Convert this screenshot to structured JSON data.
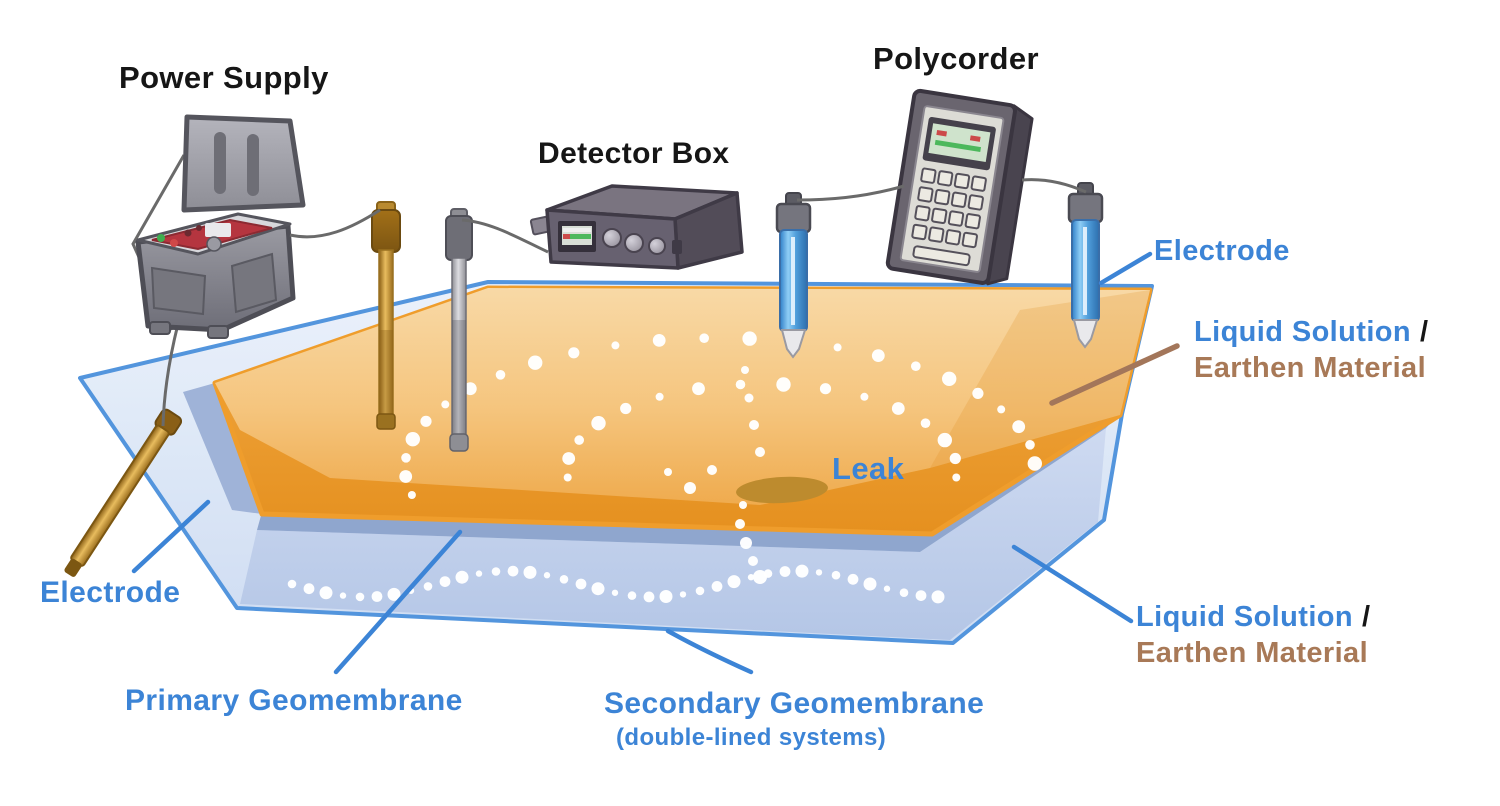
{
  "diagram": {
    "equipment": {
      "power_supply": "Power Supply",
      "detector_box": "Detector Box",
      "polycorder": "Polycorder"
    },
    "parts": {
      "electrode": "Electrode",
      "leak": "Leak",
      "liquid_solution": "Liquid Solution",
      "slash": "/",
      "earthen_material": "Earthen Material",
      "primary_geomembrane": "Primary Geomembrane",
      "secondary_geomembrane": "Secondary Geomembrane",
      "secondary_geomembrane_note": "(double-lined systems)"
    },
    "colors": {
      "label_blue": "#3c84d6",
      "label_brown": "#a87957",
      "label_black": "#161616",
      "membrane_outline_blue": "#4a90dc",
      "liquid_surface_orange": "#f3bc6b",
      "orange_outline": "#ef9d2c",
      "leak_spot_brown": "#bd8b2e",
      "lower_liquid_blue": "#c0d0ec"
    },
    "icons": [
      {
        "name": "power-supply-case-icon"
      },
      {
        "name": "detector-box-icon"
      },
      {
        "name": "polycorder-icon"
      },
      {
        "name": "gold-rod-electrode-icon"
      },
      {
        "name": "silver-rod-electrode-icon"
      },
      {
        "name": "blue-probe-electrode-left-icon"
      },
      {
        "name": "blue-probe-electrode-right-icon"
      },
      {
        "name": "lying-electrode-icon"
      },
      {
        "name": "leak-spot-icon"
      },
      {
        "name": "current-dots-icon"
      }
    ]
  }
}
